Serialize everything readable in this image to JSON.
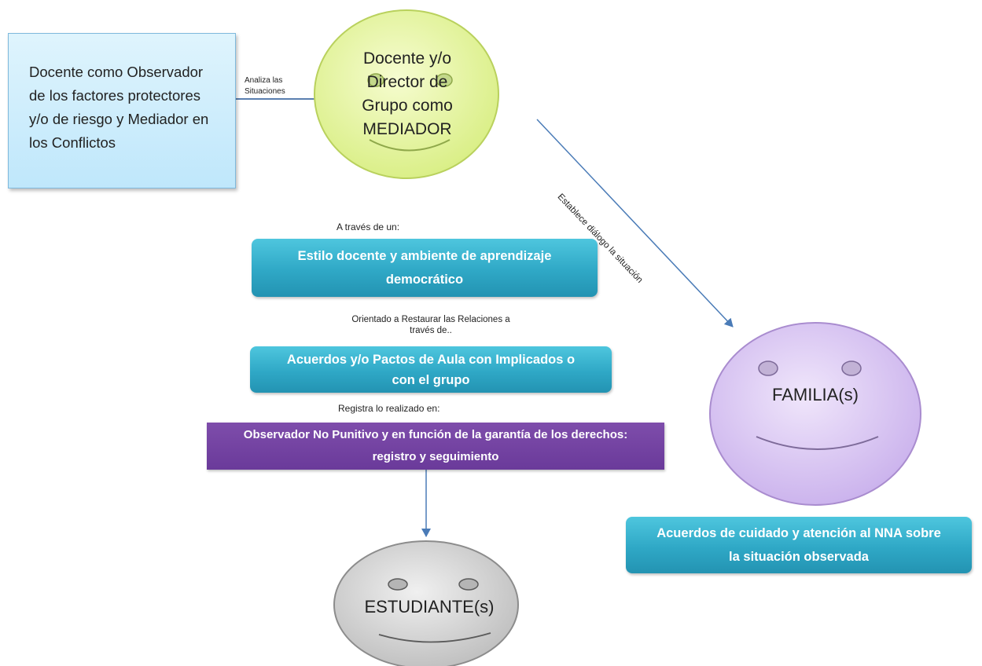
{
  "docente_box": {
    "lines": [
      "Docente como Observador",
      "de los factores protectores",
      "y/o de riesgo y Mediador en",
      "los Conflictos"
    ]
  },
  "analiza_label": [
    "Analiza las",
    "Situaciones"
  ],
  "mediador_face": {
    "lines": [
      "Docente y/o",
      "Director de",
      "Grupo como",
      "MEDIADOR"
    ]
  },
  "diagonal_label": "Establece diálogo la situación",
  "a_traves_label": "A través de un:",
  "estilo_bar": [
    "Estilo docente y ambiente de aprendizaje",
    "democrático"
  ],
  "orientado_label": [
    "Orientado a Restaurar las Relaciones a",
    "través de.."
  ],
  "acuerdos_bar": [
    "Acuerdos y/o Pactos de Aula con Implicados o",
    "con el grupo"
  ],
  "registra_label": "Registra lo realizado en:",
  "observador_bar": [
    "Observador No Punitivo y en función de la garantía de los derechos:",
    "registro y seguimiento"
  ],
  "familia_face": {
    "label": "FAMILIA(s)"
  },
  "acuerdos_cuidado_bar": [
    "Acuerdos de cuidado y atención al NNA sobre",
    "la situación observada"
  ],
  "estudiante_face": {
    "label": "ESTUDIANTE(s)"
  },
  "colors": {
    "mediador_fill": "#e8f5a0",
    "familia_fill": "#dcc8f3",
    "estudiante_fill": "#d3d3d3",
    "bar_blue": "#2fa8c6",
    "bar_purple": "#6a3a9a",
    "arrow": "#4a7bb7"
  }
}
